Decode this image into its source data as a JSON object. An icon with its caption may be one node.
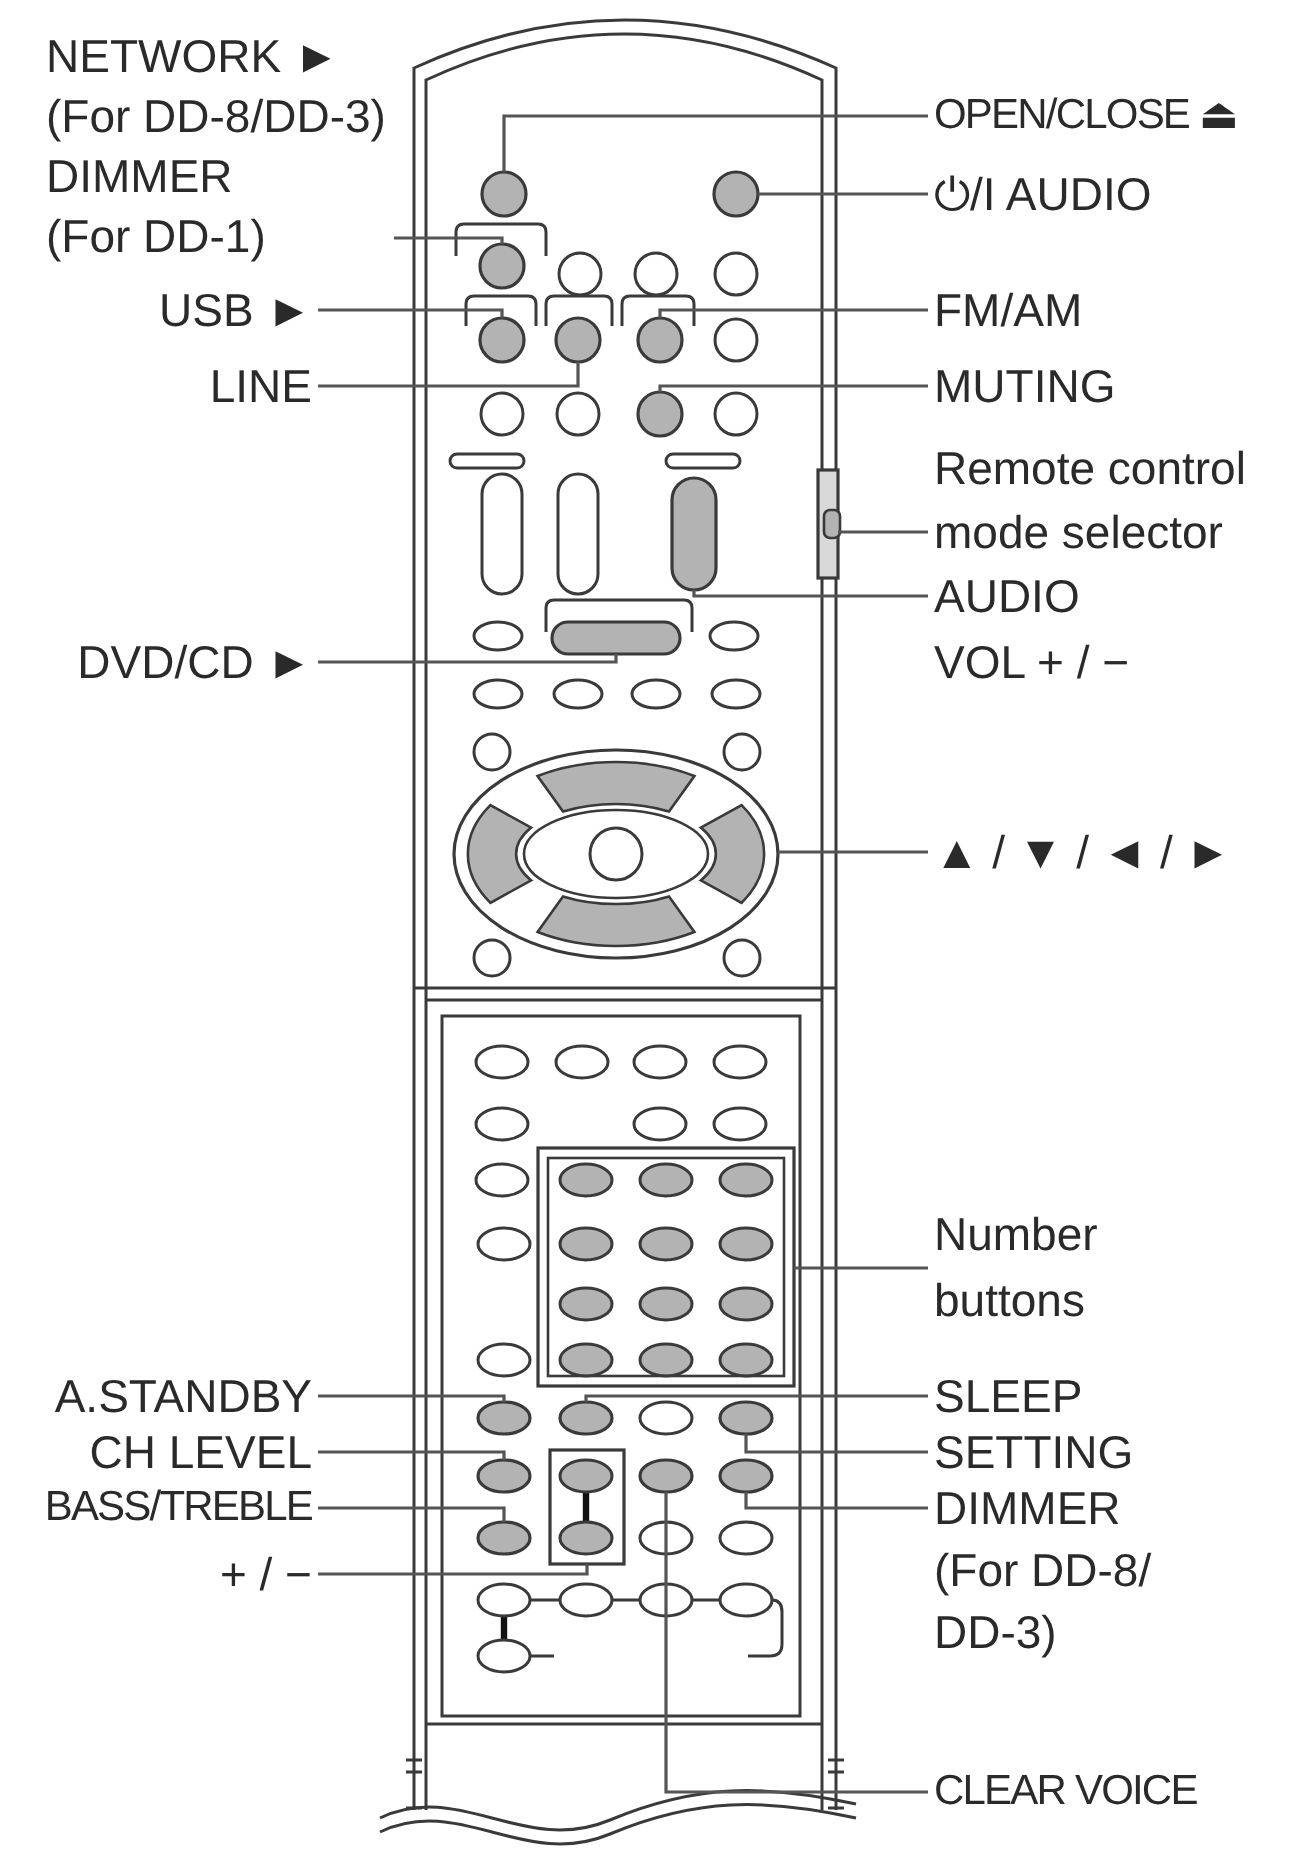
{
  "diagram": {
    "nodes": [
      {
        "text": [
          "NETWORK ► (For DD-8/DD-3)",
          "DIMMER (For DD-1)"
        ]
      },
      {
        "text": [
          "USB ►"
        ]
      },
      {
        "text": [
          "LINE"
        ]
      },
      {
        "text": [
          "DVD/CD ►"
        ]
      },
      {
        "text": [
          "A.STANDBY"
        ]
      },
      {
        "text": [
          "CH LEVEL"
        ]
      },
      {
        "text": [
          "BASS/TREBLE"
        ]
      },
      {
        "text": [
          "+ / −"
        ]
      },
      {
        "text": [
          "OPEN/CLOSE ⏏"
        ]
      },
      {
        "text": [
          "⏻/I AUDIO"
        ]
      },
      {
        "text": [
          "FM/AM"
        ]
      },
      {
        "text": [
          "MUTING"
        ]
      },
      {
        "text": [
          "Remote control mode selector"
        ]
      },
      {
        "text": [
          "AUDIO VOL + / −"
        ]
      },
      {
        "text": [
          "▲ / ▼ / ◄ / ►"
        ]
      },
      {
        "text": [
          "Number buttons"
        ]
      },
      {
        "text": [
          "SLEEP"
        ]
      },
      {
        "text": [
          "SETTING"
        ]
      },
      {
        "text": [
          "DIMMER (For DD-8/ DD-3)"
        ]
      },
      {
        "text": [
          "CLEAR VOICE"
        ]
      },
      {
        "text": [],
        "shape": "circle"
      },
      {
        "text": [],
        "shape": "circle"
      },
      {
        "text": [],
        "shape": "circle"
      },
      {
        "text": [],
        "shape": "circle"
      },
      {
        "text": [],
        "shape": "circle"
      },
      {
        "text": [],
        "shape": "circle"
      },
      {
        "text": [],
        "shape": "circle"
      },
      {
        "text": [],
        "shape": "box"
      },
      {
        "text": [],
        "shape": "bar"
      },
      {
        "text": [],
        "shape": "bar"
      },
      {
        "text": [],
        "shape": "ellipse"
      },
      {
        "text": [],
        "shape": "box"
      },
      {
        "text": [],
        "shape": "ellipse"
      },
      {
        "text": [],
        "shape": "ellipse"
      },
      {
        "text": [],
        "shape": "ellipse"
      },
      {
        "text": [],
        "shape": "ellipse"
      },
      {
        "text": [],
        "shape": "box"
      },
      {
        "text": [],
        "shape": "ellipse"
      },
      {
        "text": [],
        "shape": "ellipse"
      },
      {
        "text": [],
        "shape": "ellipse"
      }
    ],
    "edges": [
      {
        "from": 0,
        "to": 22,
        "arrow": "none"
      },
      {
        "from": 1,
        "to": 23,
        "arrow": "none"
      },
      {
        "from": 2,
        "to": 24,
        "arrow": "none"
      },
      {
        "from": 3,
        "to": 29,
        "arrow": "none"
      },
      {
        "from": 4,
        "to": 32,
        "arrow": "none"
      },
      {
        "from": 5,
        "to": 35,
        "arrow": "none"
      },
      {
        "from": 6,
        "to": 39,
        "arrow": "none"
      },
      {
        "from": 7,
        "to": 36,
        "arrow": "none"
      },
      {
        "from": 8,
        "to": 20,
        "arrow": "none"
      },
      {
        "from": 9,
        "to": 21,
        "arrow": "none"
      },
      {
        "from": 10,
        "to": 25,
        "arrow": "none"
      },
      {
        "from": 11,
        "to": 26,
        "arrow": "none"
      },
      {
        "from": 12,
        "to": 27,
        "arrow": "none"
      },
      {
        "from": 13,
        "to": 28,
        "arrow": "none"
      },
      {
        "from": 14,
        "to": 30,
        "arrow": "none"
      },
      {
        "from": 15,
        "to": 31,
        "arrow": "none"
      },
      {
        "from": 16,
        "to": 33,
        "arrow": "none"
      },
      {
        "from": 17,
        "to": 34,
        "arrow": "none"
      },
      {
        "from": 18,
        "to": 38,
        "arrow": "none"
      },
      {
        "from": 19,
        "to": 37,
        "arrow": "none"
      }
    ]
  }
}
